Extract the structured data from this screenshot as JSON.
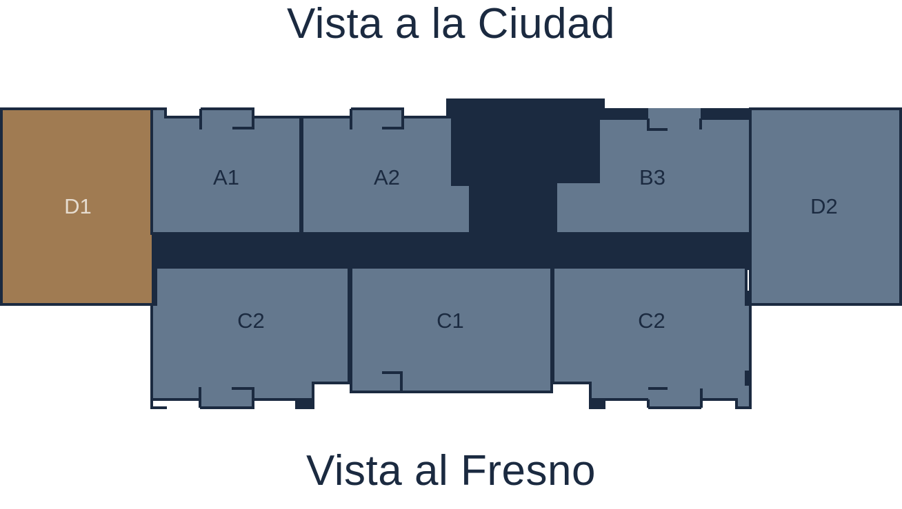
{
  "titles": {
    "top": "Vista a la Ciudad",
    "bottom": "Vista al Fresno"
  },
  "colors": {
    "navy": "#1b2a40",
    "unit": "#64788e",
    "selected": "#a07b52",
    "label": "#1b2a40",
    "selected_label": "#e6dccf"
  },
  "units": {
    "d1": {
      "label": "D1",
      "selected": true
    },
    "a1": {
      "label": "A1",
      "selected": false
    },
    "a2": {
      "label": "A2",
      "selected": false
    },
    "b3": {
      "label": "B3",
      "selected": false
    },
    "d2": {
      "label": "D2",
      "selected": false
    },
    "c2_left": {
      "label": "C2",
      "selected": false
    },
    "c1": {
      "label": "C1",
      "selected": false
    },
    "c2_right": {
      "label": "C2",
      "selected": false
    }
  }
}
